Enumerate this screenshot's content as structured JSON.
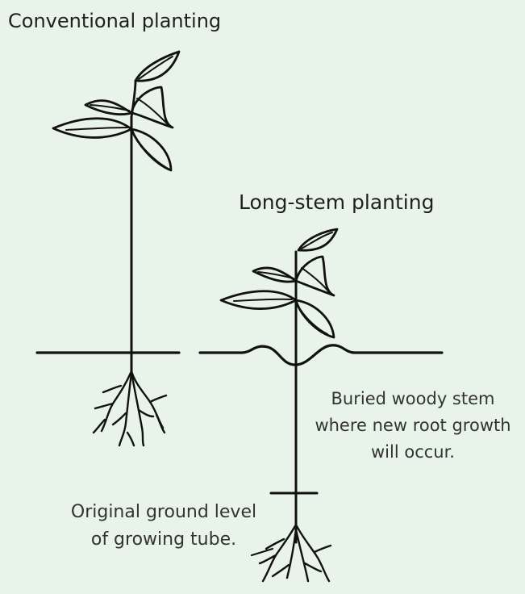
{
  "labels": {
    "conventional_title": "Conventional planting",
    "longstem_title": "Long-stem planting",
    "buried_stem_caption": "Buried woody stem where new root growth will occur.",
    "original_ground_caption": "Original ground level of growing tube."
  },
  "colors": {
    "background": "#e8f3ea",
    "ink": "#111111",
    "text": "#333333"
  }
}
